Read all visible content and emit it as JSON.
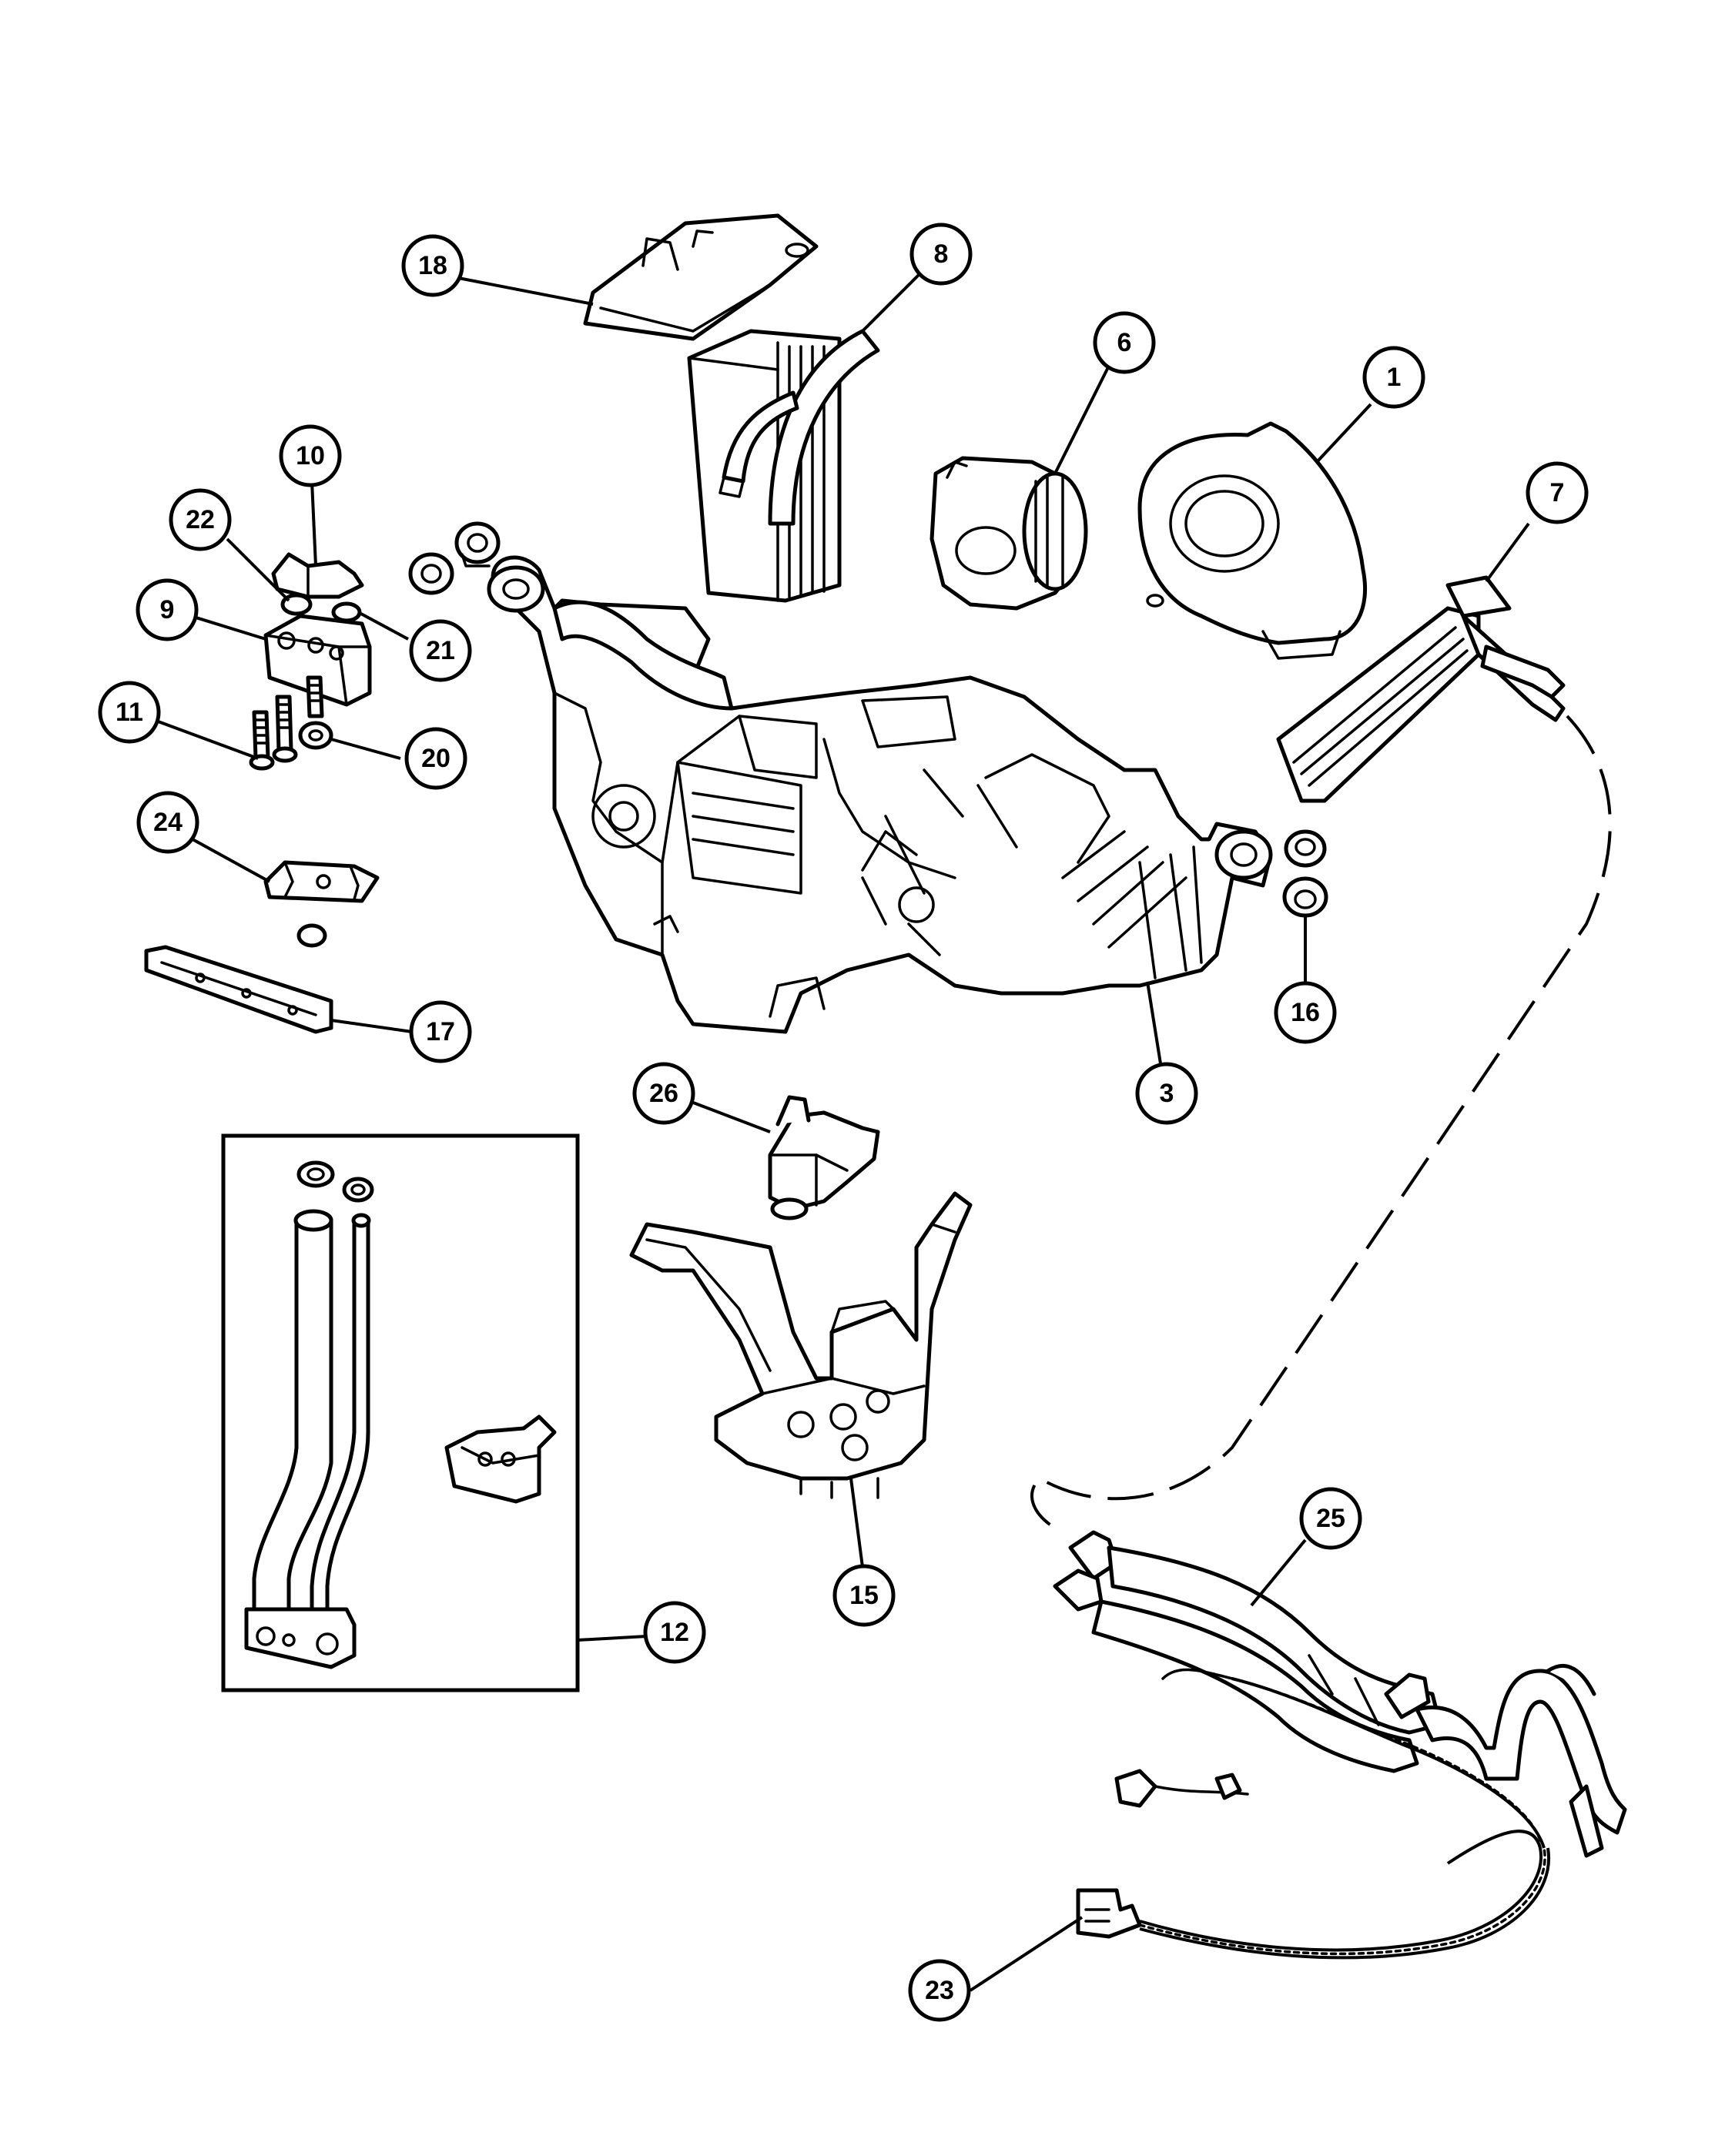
{
  "callouts": {
    "c1": "1",
    "c3": "3",
    "c6": "6",
    "c7": "7",
    "c8": "8",
    "c9": "9",
    "c10": "10",
    "c11": "11",
    "c12": "12",
    "c15": "15",
    "c16": "16",
    "c17": "17",
    "c18": "18",
    "c20": "20",
    "c21": "21",
    "c22": "22",
    "c23": "23",
    "c24": "24",
    "c25": "25",
    "c26": "26"
  }
}
